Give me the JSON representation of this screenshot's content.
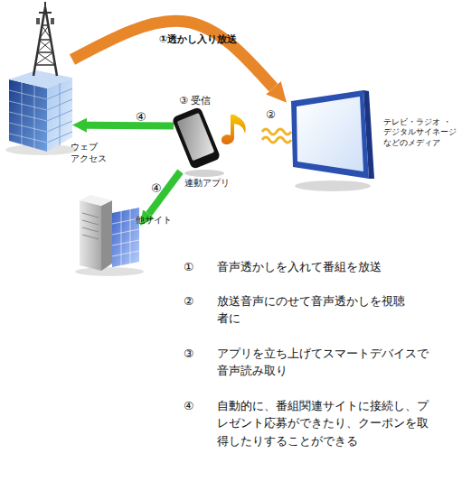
{
  "diagram": {
    "nodes": [
      {
        "text": [
          "ウェブ アクセス"
        ]
      },
      {
        "text": [
          "テレビ・ラジオ ・デジタルサイネージ などのメディア"
        ]
      },
      {
        "text": [
          "③ 受信",
          "連動アプリ"
        ]
      },
      {
        "text": [
          "他サイト"
        ]
      }
    ],
    "edges": [
      {
        "from": 0,
        "to": 1,
        "label": "①透かし入り放送",
        "arrow": "to"
      },
      {
        "from": 2,
        "to": 0,
        "label": "④",
        "arrow": "to"
      },
      {
        "from": 2,
        "to": 3,
        "label": "④",
        "arrow": "to"
      }
    ],
    "labels": [
      "②",
      "①",
      "音声透かしを入れて番組を放送",
      "②",
      "放送音声にのせて音声透かしを視聴者に",
      "③",
      "アプリを立ち上げてスマートデバイスで音声読み取り",
      "④",
      "自動的に、番組関連サイトに接続し、プレゼント応募ができたり、クーポンを取得したりすることができる"
    ]
  }
}
